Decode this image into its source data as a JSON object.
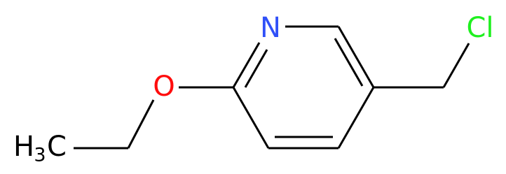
{
  "structure": {
    "atoms": {
      "nitrogen": {
        "symbol": "N",
        "color": "#3050F8"
      },
      "oxygen": {
        "symbol": "O",
        "color": "#FF0D0D"
      },
      "chlorine": {
        "symbol": "Cl",
        "color": "#1FF01F"
      },
      "methyl": {
        "symbol": "H",
        "subscript": "3",
        "tail": "C",
        "color": "#000000"
      }
    },
    "bond_color": "#000000"
  }
}
